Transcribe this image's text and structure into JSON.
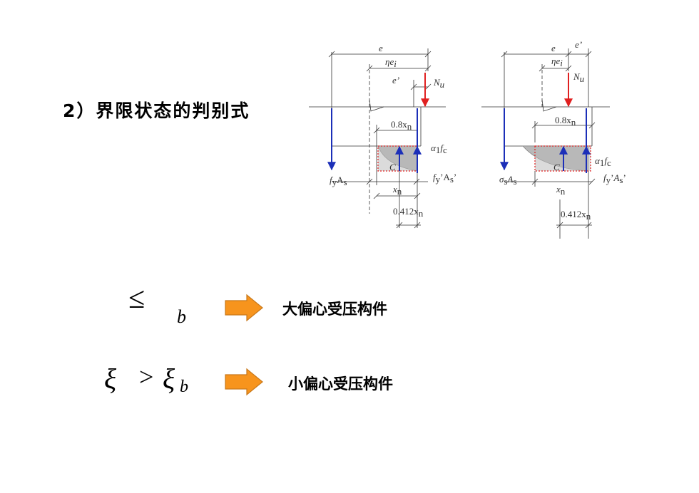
{
  "heading": "2）界限状态的判别式",
  "diagram_left": {
    "labels": {
      "e": "e",
      "eta_ei": "ηe",
      "i_sub": "i",
      "e_prime": "e’",
      "Nu": "N",
      "u_sub": "u",
      "depth": "0.8x",
      "n_sub": "n",
      "alpha": "α",
      "alpha_sub": "1",
      "fc": "f",
      "c_sub": "c",
      "C": "C",
      "fyAs": "f",
      "y_sub": "y",
      "As": "A",
      "s_sub": "s",
      "fyAs_prime": "f",
      "As_prime": "A",
      "prime": "’",
      "xn": "x",
      "lever": "0.412x"
    }
  },
  "diagram_right": {
    "labels": {
      "e": "e",
      "e_prime_top": "e’",
      "eta_ei": "ηe",
      "i_sub": "i",
      "Nu": "N",
      "u_sub": "u",
      "depth": "0.8x",
      "n_sub": "n",
      "alpha": "α",
      "alpha_sub": "1",
      "fc": "f",
      "c_sub": "c",
      "C": "C",
      "sigma": "σ",
      "s_sub": "s",
      "As": "A",
      "fyAs_prime": "f",
      "y_sub": "y",
      "As_prime": "A",
      "prime": "’",
      "xn": "x",
      "lever": "0.412x"
    }
  },
  "criteria": [
    {
      "lhs": "",
      "op": "≤",
      "rhs": "",
      "sub": "b",
      "result": "大偏心受压构件"
    },
    {
      "lhs": "ξ",
      "op": ">",
      "rhs": "ξ",
      "sub": "b",
      "result": "小偏心受压构件"
    }
  ],
  "colors": {
    "arrow_fill": "#f7941d",
    "arrow_stroke": "#c8781a",
    "blue": "#1c2fb8",
    "red": "#e02020",
    "stress_fill": "#b8b8b8",
    "dotted": "#e02020"
  }
}
